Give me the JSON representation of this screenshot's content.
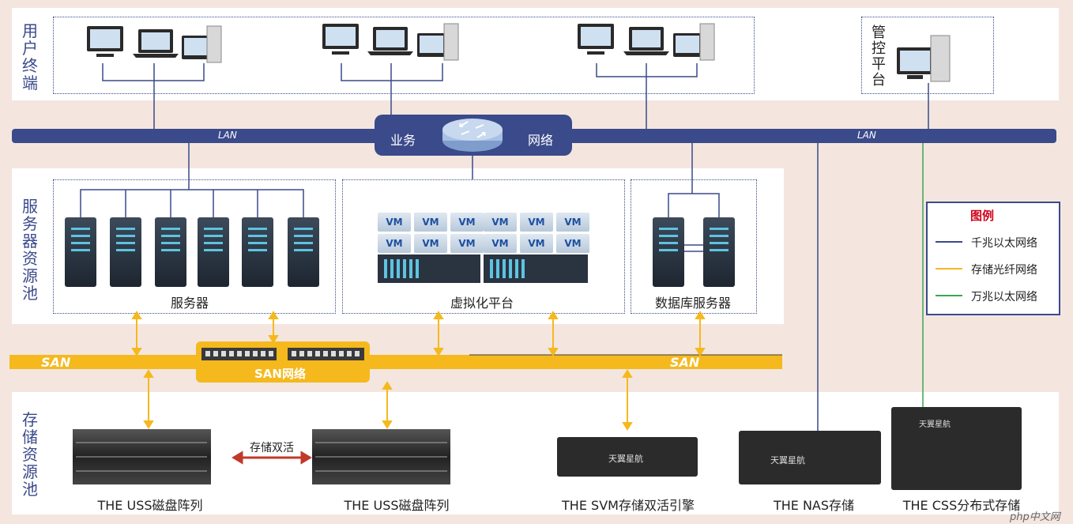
{
  "zones": {
    "user_terminals": "用户终端",
    "mgmt_platform": "管控平台",
    "server_pool": "服务器资源池",
    "storage_pool": "存储资源池"
  },
  "network": {
    "lan_left": "LAN",
    "lan_right": "LAN",
    "biz_left": "业务",
    "biz_right": "网络",
    "san_left": "SAN",
    "san_right": "SAN",
    "san_switch": "SAN网络"
  },
  "servers": {
    "servers_caption": "服务器",
    "virtual_caption": "虚拟化平台",
    "db_caption": "数据库服务器",
    "vm_label": "VM"
  },
  "storage": {
    "uss1": "THE USS磁盘阵列",
    "uss2": "THE USS磁盘阵列",
    "dual_active": "存储双活",
    "svm": "THE SVM存储双活引擎",
    "nas": "THE NAS存储",
    "css": "THE CSS分布式存储",
    "brand": "天翼星航"
  },
  "legend": {
    "title": "图例",
    "items": [
      {
        "label": "千兆以太网络",
        "color": "#3a4a8a"
      },
      {
        "label": "存储光纤网络",
        "color": "#f5b91e"
      },
      {
        "label": "万兆以太网络",
        "color": "#3aa655"
      }
    ]
  },
  "watermark": "php中文网",
  "colors": {
    "lan": "#3a4a8a",
    "san": "#f5b91e",
    "ten_g": "#3aa655",
    "dual": "#c0392b"
  }
}
